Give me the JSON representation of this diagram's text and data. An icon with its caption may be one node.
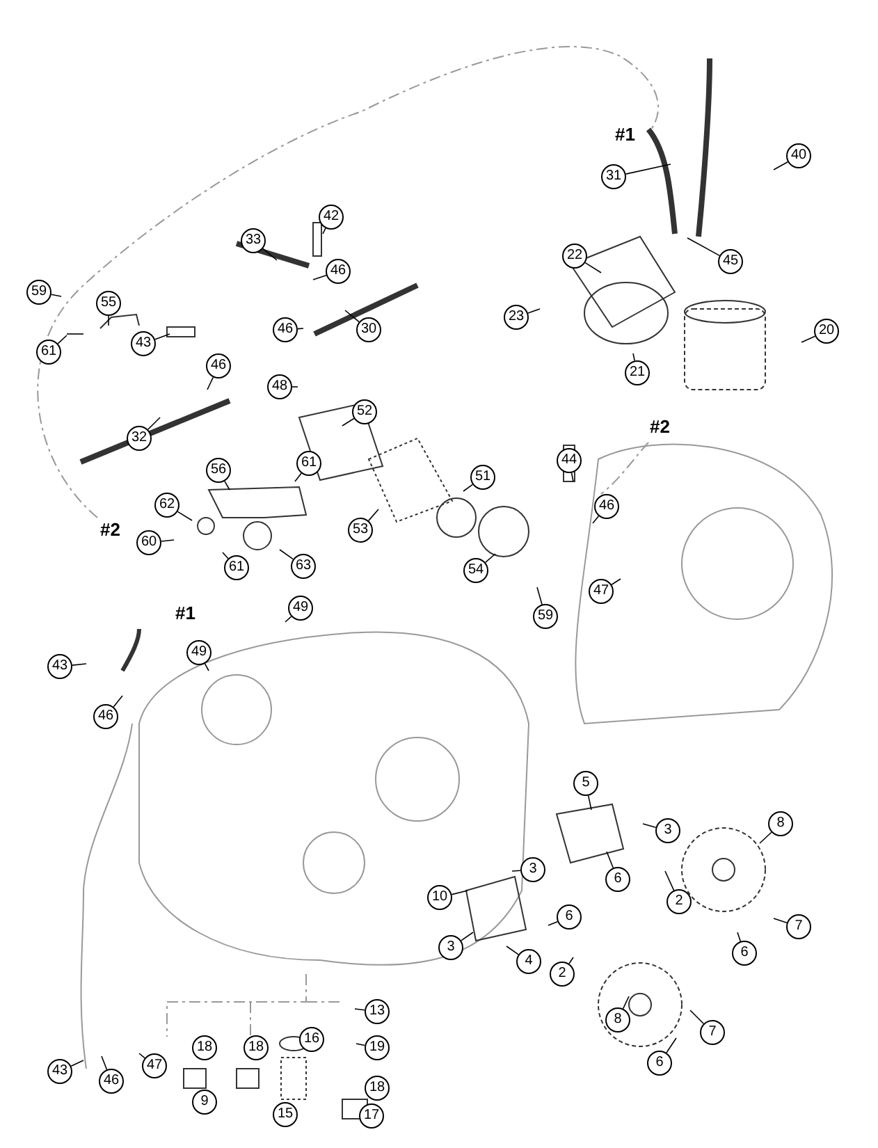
{
  "diagram": {
    "nodes": [
      {
        "text": [
          "59"
        ]
      },
      {
        "text": [
          "61"
        ]
      },
      {
        "text": [
          "55"
        ]
      },
      {
        "text": [
          "33"
        ]
      },
      {
        "text": [
          "42"
        ]
      },
      {
        "text": [
          "46"
        ]
      },
      {
        "text": [
          "46"
        ]
      },
      {
        "text": [
          "30"
        ]
      },
      {
        "text": [
          "43"
        ]
      },
      {
        "text": [
          "46"
        ]
      },
      {
        "text": [
          "48"
        ]
      },
      {
        "text": [
          "32"
        ]
      },
      {
        "text": [
          "52"
        ]
      },
      {
        "text": [
          "56"
        ]
      },
      {
        "text": [
          "61"
        ]
      },
      {
        "text": [
          "51"
        ]
      },
      {
        "text": [
          "62"
        ]
      },
      {
        "text": [
          "53"
        ]
      },
      {
        "text": [
          "60"
        ]
      },
      {
        "text": [
          "61"
        ]
      },
      {
        "text": [
          "63"
        ]
      },
      {
        "text": [
          "54"
        ]
      },
      {
        "text": [
          "59"
        ]
      },
      {
        "text": [
          "44"
        ]
      },
      {
        "text": [
          "46"
        ]
      },
      {
        "text": [
          "47"
        ]
      },
      {
        "text": [
          "49"
        ]
      },
      {
        "text": [
          "49"
        ]
      },
      {
        "text": [
          "43"
        ]
      },
      {
        "text": [
          "46"
        ]
      },
      {
        "text": [
          "31"
        ]
      },
      {
        "text": [
          "40"
        ]
      },
      {
        "text": [
          "45"
        ]
      },
      {
        "text": [
          "22"
        ]
      },
      {
        "text": [
          "23"
        ]
      },
      {
        "text": [
          "21"
        ]
      },
      {
        "text": [
          "20"
        ]
      },
      {
        "text": [
          "5"
        ]
      },
      {
        "text": [
          "3"
        ]
      },
      {
        "text": [
          "8"
        ]
      },
      {
        "text": [
          "6"
        ]
      },
      {
        "text": [
          "2"
        ]
      },
      {
        "text": [
          "10"
        ]
      },
      {
        "text": [
          "3"
        ]
      },
      {
        "text": [
          "6"
        ]
      },
      {
        "text": [
          "2"
        ]
      },
      {
        "text": [
          "3"
        ]
      },
      {
        "text": [
          "4"
        ]
      },
      {
        "text": [
          "7"
        ]
      },
      {
        "text": [
          "6"
        ]
      },
      {
        "text": [
          "8"
        ]
      },
      {
        "text": [
          "7"
        ]
      },
      {
        "text": [
          "6"
        ]
      },
      {
        "text": [
          "13"
        ]
      },
      {
        "text": [
          "19"
        ]
      },
      {
        "text": [
          "43"
        ]
      },
      {
        "text": [
          "46"
        ]
      },
      {
        "text": [
          "47"
        ]
      },
      {
        "text": [
          "18"
        ]
      },
      {
        "text": [
          "18"
        ]
      },
      {
        "text": [
          "16"
        ]
      },
      {
        "text": [
          "18"
        ]
      },
      {
        "text": [
          "9"
        ]
      },
      {
        "text": [
          "15"
        ]
      },
      {
        "text": [
          "17"
        ]
      }
    ],
    "edges": [
      {
        "from": 0,
        "to": null,
        "arrow": "none"
      },
      {
        "from": 1,
        "to": null,
        "arrow": "none"
      },
      {
        "from": 2,
        "to": null,
        "arrow": "none"
      },
      {
        "from": 3,
        "to": null,
        "arrow": "none"
      },
      {
        "from": 4,
        "to": null,
        "arrow": "none"
      },
      {
        "from": 5,
        "to": null,
        "arrow": "none"
      },
      {
        "from": 6,
        "to": null,
        "arrow": "none"
      },
      {
        "from": 7,
        "to": null,
        "arrow": "none"
      },
      {
        "from": 8,
        "to": null,
        "arrow": "none"
      },
      {
        "from": 9,
        "to": null,
        "arrow": "none"
      },
      {
        "from": 10,
        "to": null,
        "arrow": "none"
      },
      {
        "from": 11,
        "to": null,
        "arrow": "none"
      },
      {
        "from": 12,
        "to": null,
        "arrow": "none"
      },
      {
        "from": 13,
        "to": null,
        "arrow": "none"
      },
      {
        "from": 14,
        "to": null,
        "arrow": "none"
      },
      {
        "from": 15,
        "to": null,
        "arrow": "none"
      },
      {
        "from": 16,
        "to": null,
        "arrow": "none"
      },
      {
        "from": 17,
        "to": null,
        "arrow": "none"
      },
      {
        "from": 18,
        "to": null,
        "arrow": "none"
      },
      {
        "from": 19,
        "to": null,
        "arrow": "none"
      },
      {
        "from": 20,
        "to": null,
        "arrow": "none"
      },
      {
        "from": 21,
        "to": null,
        "arrow": "none"
      },
      {
        "from": 22,
        "to": null,
        "arrow": "none"
      },
      {
        "from": 23,
        "to": null,
        "arrow": "none"
      },
      {
        "from": 24,
        "to": null,
        "arrow": "none"
      },
      {
        "from": 25,
        "to": null,
        "arrow": "none"
      },
      {
        "from": 26,
        "to": null,
        "arrow": "none"
      },
      {
        "from": 27,
        "to": null,
        "arrow": "none"
      },
      {
        "from": 28,
        "to": null,
        "arrow": "none"
      },
      {
        "from": 29,
        "to": null,
        "arrow": "none"
      },
      {
        "from": 30,
        "to": null,
        "arrow": "none"
      },
      {
        "from": 31,
        "to": null,
        "arrow": "none"
      },
      {
        "from": 32,
        "to": null,
        "arrow": "none"
      },
      {
        "from": 33,
        "to": null,
        "arrow": "none"
      },
      {
        "from": 34,
        "to": null,
        "arrow": "none"
      },
      {
        "from": 35,
        "to": null,
        "arrow": "none"
      },
      {
        "from": 36,
        "to": null,
        "arrow": "none"
      },
      {
        "from": 37,
        "to": null,
        "arrow": "none"
      },
      {
        "from": 38,
        "to": null,
        "arrow": "none"
      },
      {
        "from": 39,
        "to": null,
        "arrow": "none"
      },
      {
        "from": 40,
        "to": null,
        "arrow": "none"
      },
      {
        "from": 41,
        "to": null,
        "arrow": "none"
      },
      {
        "from": 42,
        "to": null,
        "arrow": "none"
      },
      {
        "from": 43,
        "to": null,
        "arrow": "none"
      },
      {
        "from": 44,
        "to": null,
        "arrow": "none"
      },
      {
        "from": 45,
        "to": null,
        "arrow": "none"
      },
      {
        "from": 46,
        "to": null,
        "arrow": "none"
      },
      {
        "from": 47,
        "to": null,
        "arrow": "none"
      },
      {
        "from": 48,
        "to": null,
        "arrow": "none"
      },
      {
        "from": 49,
        "to": null,
        "arrow": "none"
      },
      {
        "from": 50,
        "to": null,
        "arrow": "none"
      },
      {
        "from": 51,
        "to": null,
        "arrow": "none"
      },
      {
        "from": 52,
        "to": null,
        "arrow": "none"
      },
      {
        "from": 53,
        "to": null,
        "arrow": "none"
      },
      {
        "from": 54,
        "to": null,
        "arrow": "none"
      },
      {
        "from": 55,
        "to": null,
        "arrow": "none"
      },
      {
        "from": 56,
        "to": null,
        "arrow": "none"
      },
      {
        "from": 57,
        "to": null,
        "arrow": "none"
      }
    ],
    "labels": [
      "#1",
      "#1",
      "#2",
      "#2"
    ]
  }
}
